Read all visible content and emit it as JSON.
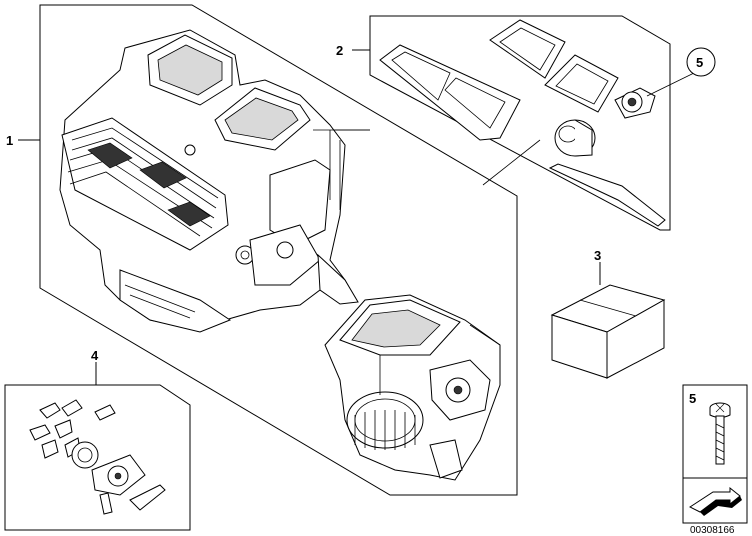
{
  "callouts": {
    "item1": "1",
    "item2": "2",
    "item3": "3",
    "item4": "4",
    "item5_circled": "5",
    "item5_box": "5"
  },
  "document_number": "00308166",
  "icons": [
    "heater-housing",
    "seal-frame",
    "blower-unit",
    "repair-box",
    "screw",
    "arrow-symbol"
  ]
}
